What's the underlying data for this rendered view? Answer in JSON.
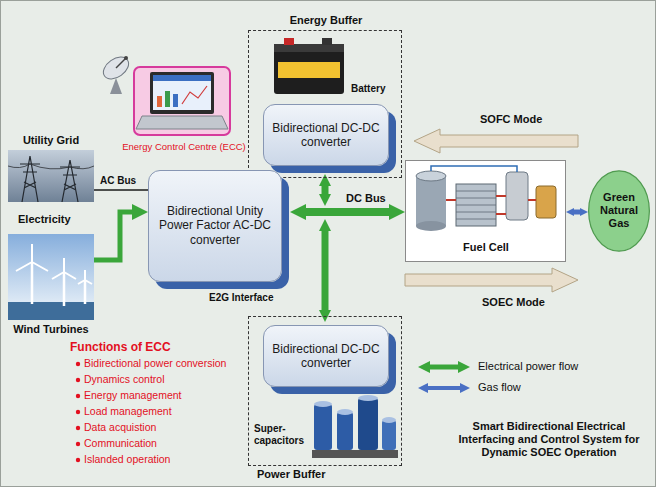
{
  "diagram": {
    "caption": "Smart Bidirectional Electrical Interfacing and Control System for Dynamic SOEC Operation",
    "nodes": [
      {
        "text": [
          "Energy Buffer",
          "Battery"
        ]
      },
      {
        "text": [
          "Bidirectional DC-DC converter"
        ],
        "in": 0
      },
      {
        "text": [
          "Energy Control Centre (ECC)"
        ]
      },
      {
        "text": [
          "Utility Grid"
        ]
      },
      {
        "text": [
          "Wind Turbines"
        ]
      },
      {
        "text": [
          "Bidirectional Unity Power Factor AC-DC converter",
          "E2G Interface"
        ]
      },
      {
        "text": [
          "Fuel Cell"
        ]
      },
      {
        "text": [
          "Green Natural Gas"
        ]
      },
      {
        "text": [
          "Super-capacitors",
          "Power Buffer"
        ]
      },
      {
        "text": [
          "Bidirectional DC-DC converter"
        ],
        "in": 8
      }
    ],
    "edges": [
      {
        "from": 3,
        "to": 5,
        "label": "AC Bus",
        "arrow": "none"
      },
      {
        "from": 4,
        "to": 5,
        "label": "Electricity",
        "arrow": "to"
      },
      {
        "from": 5,
        "to": 6,
        "label": "DC Bus",
        "arrow": "both"
      },
      {
        "from": 6,
        "to": 7,
        "arrow": "both"
      }
    ],
    "labels": [
      "SOFC Mode",
      "SOEC Mode",
      "Functions of ECC",
      "Bidirectional power conversion",
      "Dynamics control",
      "Energy management",
      "Load management",
      "Data acquistion",
      "Communication",
      "Islanded operation"
    ],
    "legend": [
      {
        "text": "Electrical power flow"
      },
      {
        "text": "Gas flow"
      }
    ]
  }
}
